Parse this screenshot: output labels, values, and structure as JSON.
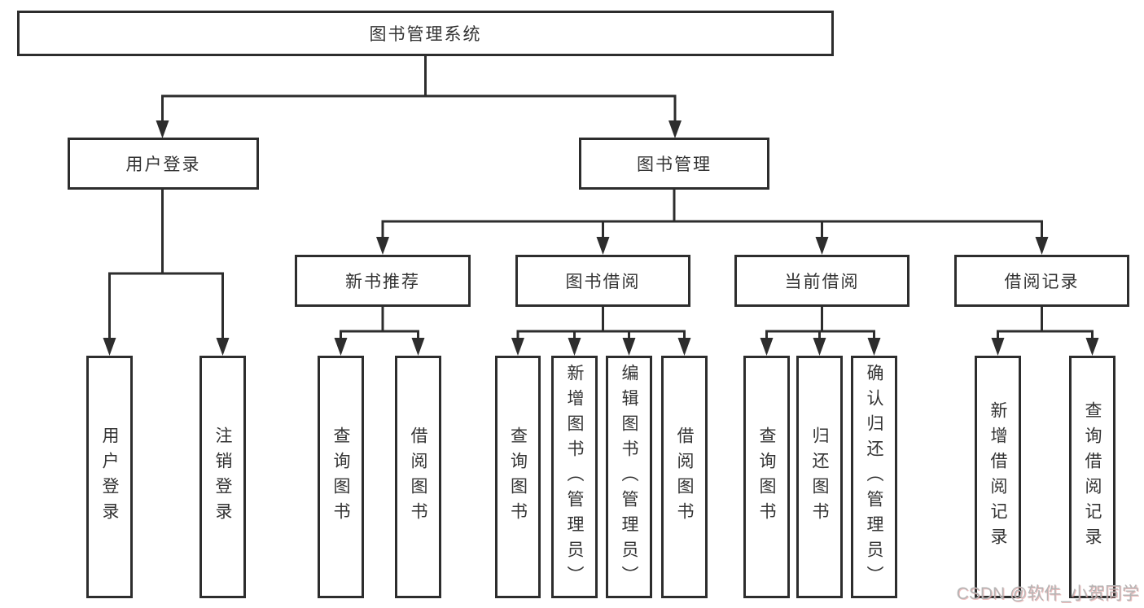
{
  "tree": {
    "root": {
      "label": "图书管理系统"
    },
    "branches": [
      {
        "label": "用户登录",
        "children": [
          {
            "label": "用户登录"
          },
          {
            "label": "注销登录"
          }
        ]
      },
      {
        "label": "图书管理",
        "children": [
          {
            "label": "新书推荐",
            "children": [
              {
                "label": "查询图书"
              },
              {
                "label": "借阅图书"
              }
            ]
          },
          {
            "label": "图书借阅",
            "children": [
              {
                "label": "查询图书"
              },
              {
                "label": "新增图书（管理员）"
              },
              {
                "label": "编辑图书（管理员）"
              },
              {
                "label": "借阅图书"
              }
            ]
          },
          {
            "label": "当前借阅",
            "children": [
              {
                "label": "查询图书"
              },
              {
                "label": "归还图书"
              },
              {
                "label": "确认归还（管理员）"
              }
            ]
          },
          {
            "label": "借阅记录",
            "children": [
              {
                "label": "新增借阅记录"
              },
              {
                "label": "查询借阅记录"
              }
            ]
          }
        ]
      }
    ]
  },
  "watermark": {
    "text": "CSDN @软件_小贺同学"
  },
  "colors": {
    "line": "#2d2d2d",
    "box_border": "#2d2d2d",
    "box_fill": "#ffffff",
    "text": "#333333",
    "background": "#ffffff",
    "watermark": "#b5b5b5"
  }
}
